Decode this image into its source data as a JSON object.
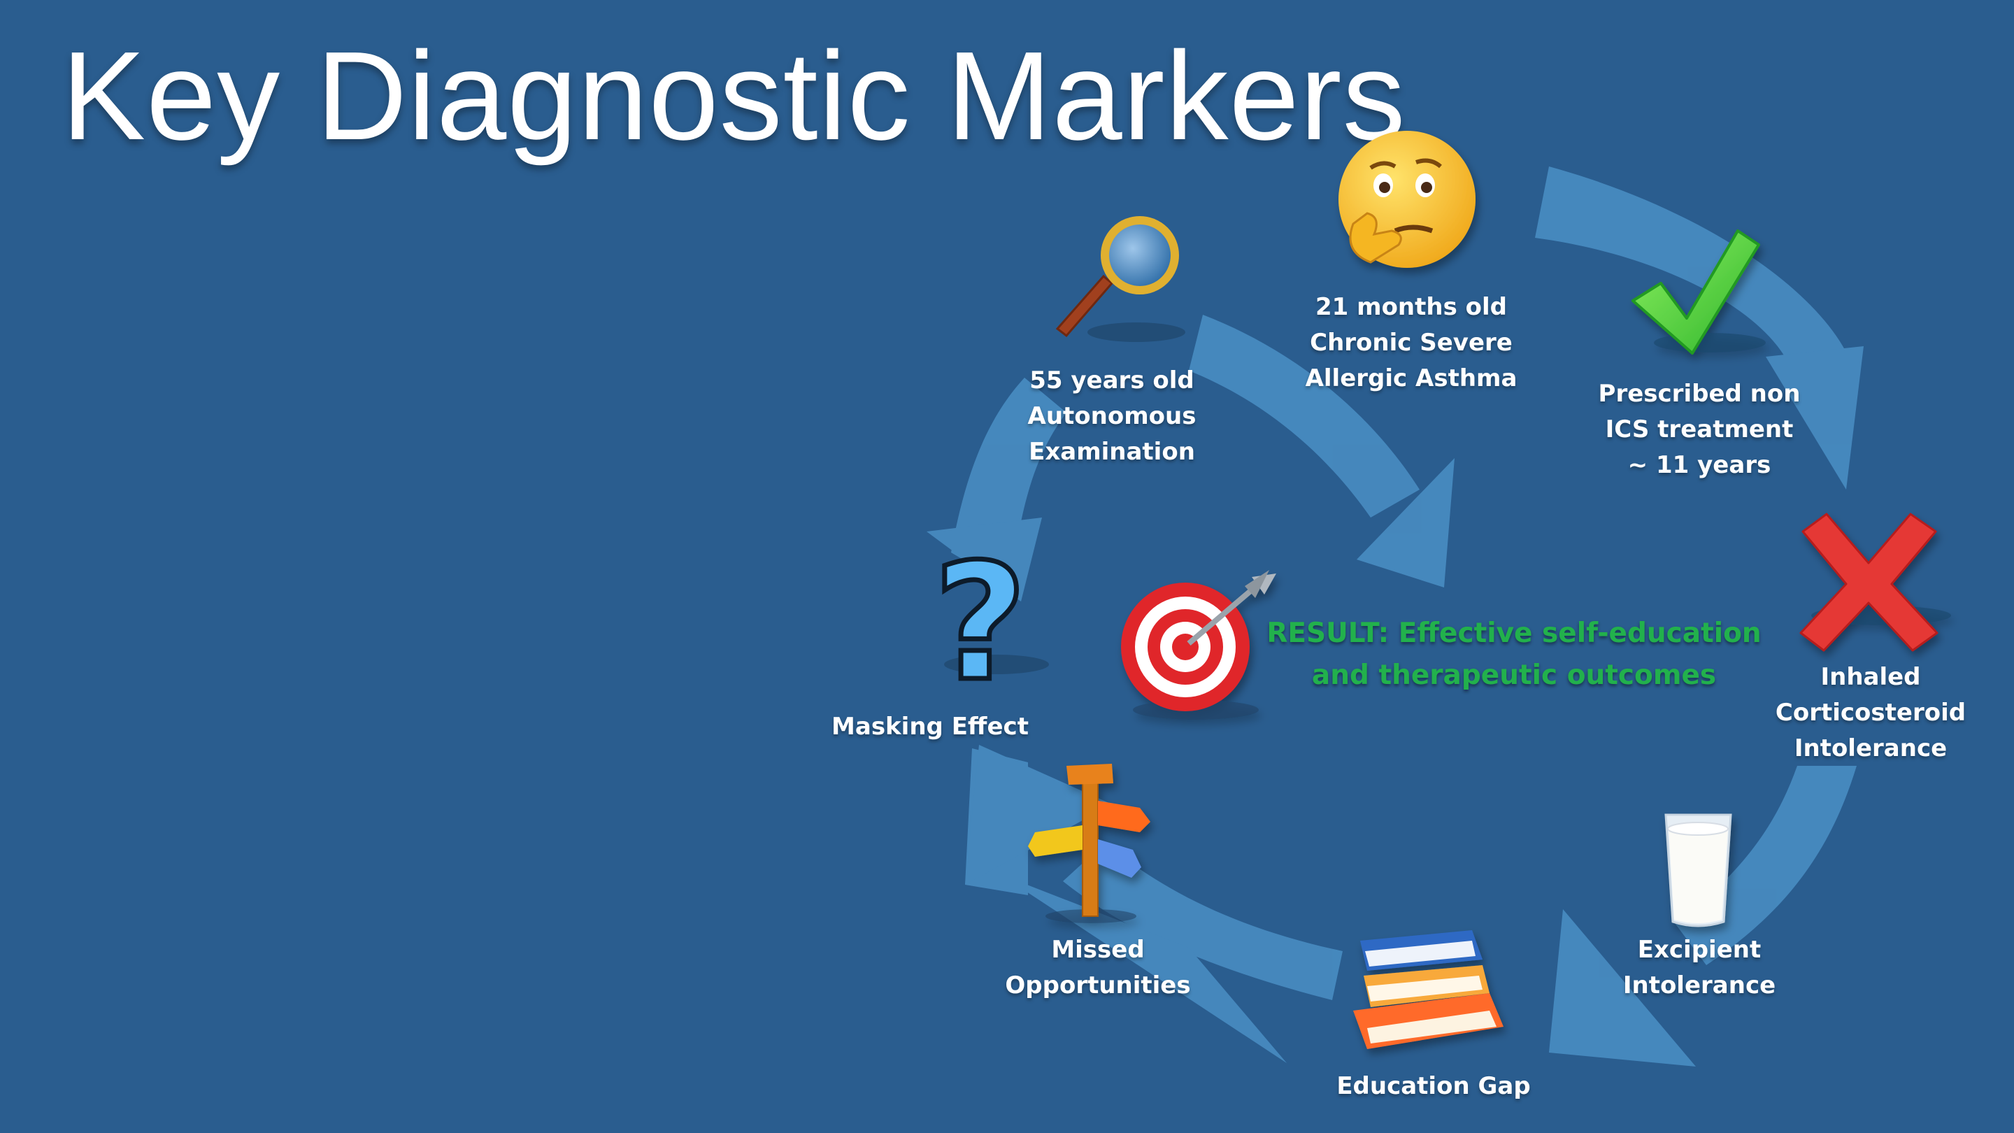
{
  "title": "Key Diagnostic Markers",
  "nodes": {
    "asthma": [
      "21 months old",
      "Chronic Severe",
      "Allergic Asthma"
    ],
    "prescribed": [
      "Prescribed non",
      "ICS treatment",
      "~ 11 years"
    ],
    "ics_intolerance": [
      "Inhaled",
      "Corticosteroid",
      "Intolerance"
    ],
    "excipient": [
      "Excipient",
      "Intolerance"
    ],
    "education": [
      "Education Gap"
    ],
    "missed": [
      "Missed",
      "Opportunities"
    ],
    "masking": [
      "Masking Effect"
    ],
    "examination": [
      "55 years old",
      "Autonomous",
      "Examination"
    ]
  },
  "result": [
    "RESULT: Effective self-education",
    "and therapeutic outcomes"
  ],
  "colors": {
    "background": "#2a5d8f",
    "arrow": "#4a8fc5",
    "result_text": "#22b14c",
    "label_text": "#ffffff"
  },
  "icons": [
    "thinking-face-icon",
    "check-mark-icon",
    "red-x-icon",
    "milk-glass-icon",
    "books-icon",
    "signpost-icon",
    "question-mark-icon",
    "magnifying-glass-icon",
    "target-icon"
  ]
}
